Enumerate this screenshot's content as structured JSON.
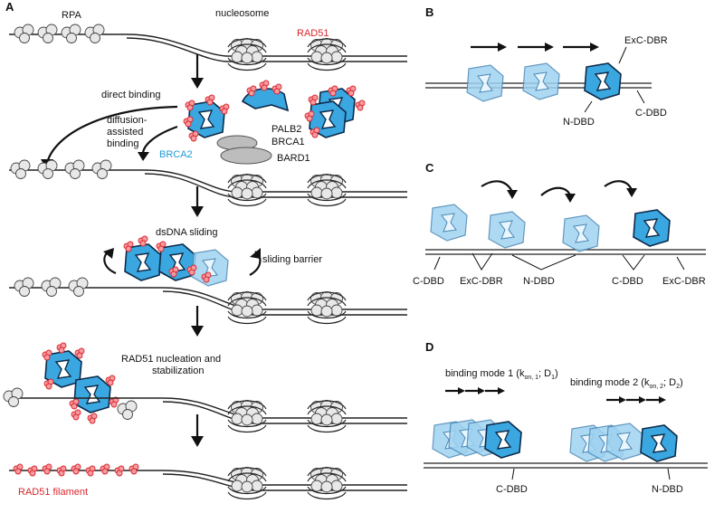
{
  "panels": {
    "a": "A",
    "b": "B",
    "c": "C",
    "d": "D"
  },
  "panel_a": {
    "rpa": "RPA",
    "nucleosome": "nucleosome",
    "rad51": "RAD51",
    "direct_binding": "direct binding",
    "diffusion_l1": "diffusion-",
    "diffusion_l2": "assisted",
    "diffusion_l3": "binding",
    "brca2": "BRCA2",
    "palb2": "PALB2",
    "brca1": "BRCA1",
    "bard1": "BARD1",
    "dsdna_sliding": "dsDNA sliding",
    "sliding_barrier": "sliding barrier",
    "nucleation_l1": "RAD51 nucleation and",
    "nucleation_l2": "stabilization",
    "rad51_filament": "RAD51 filament"
  },
  "panel_b": {
    "exc_dbr": "ExC-DBR",
    "n_dbd": "N-DBD",
    "c_dbd": "C-DBD"
  },
  "panel_c": {
    "c_dbd_1": "C-DBD",
    "exc_dbr_1": "ExC-DBR",
    "n_dbd": "N-DBD",
    "c_dbd_2": "C-DBD",
    "exc_dbr_2": "ExC-DBR"
  },
  "panel_d": {
    "mode1_text": "binding mode 1 (k",
    "mode1_sub_a": "on, 1",
    "mode1_mid": "; D",
    "mode1_sub_b": "1",
    "mode1_end": ")",
    "mode2_text": "binding mode 2 (k",
    "mode2_sub_a": "on, 2",
    "mode2_mid": "; D",
    "mode2_sub_b": "2",
    "mode2_end": ")",
    "c_dbd": "C-DBD",
    "n_dbd": "N-DBD"
  },
  "colors": {
    "rad51_red": "#d9262b",
    "brca2_blue": "#1f9ad6",
    "brca2_fill": "#3aa7e0"
  }
}
